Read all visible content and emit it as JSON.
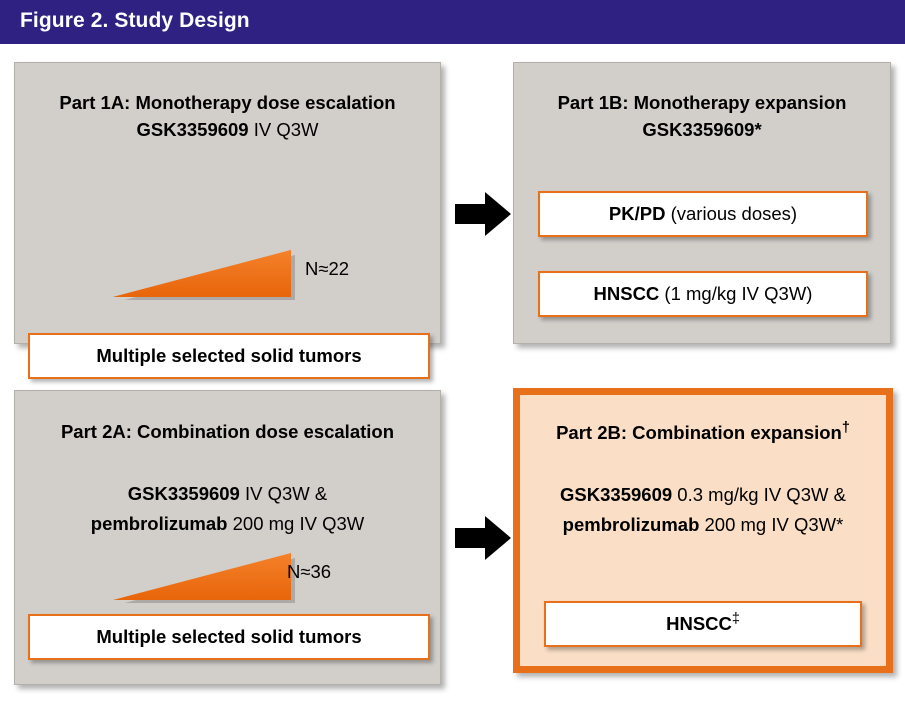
{
  "header": {
    "title": "Figure 2. Study Design",
    "bar_color": "#2e2182",
    "text_color": "#ffffff"
  },
  "colors": {
    "panel_gray": "#d2cfcb",
    "panel_peach": "#fadfc6",
    "accent_orange": "#e8701a",
    "triangle_orange": "#ee7116",
    "arrow_black": "#000000"
  },
  "panels": {
    "part1a": {
      "title": "Part 1A: Monotherapy dose escalation",
      "drug_bold": "GSK3359609",
      "drug_rest": " IV Q3W",
      "n_label": "N≈22",
      "tumor_box": "Multiple selected solid tumors",
      "escalation_icon": "orange-escalation-triangle"
    },
    "part1b": {
      "title": "Part 1B: Monotherapy expansion",
      "drug_bold": "GSK3359609*",
      "drug_rest": "",
      "cohorts": [
        {
          "bold": "PK/PD",
          "rest": " (various doses)"
        },
        {
          "bold": "HNSCC",
          "rest": " (1 mg/kg IV Q3W)"
        }
      ]
    },
    "part2a": {
      "title": "Part 2A: Combination dose escalation",
      "line1_bold": "GSK3359609",
      "line1_rest": " IV Q3W &",
      "line2_bold": "pembrolizumab",
      "line2_rest": " 200 mg IV Q3W",
      "n_label": "N≈36",
      "tumor_box": "Multiple selected solid tumors",
      "escalation_icon": "orange-escalation-triangle"
    },
    "part2b": {
      "title": "Part 2B: Combination expansion",
      "title_marker": "†",
      "line1_bold": "GSK3359609",
      "line1_rest": " 0.3 mg/kg IV Q3W &",
      "line2_bold": "pembrolizumab",
      "line2_rest": " 200 mg IV Q3W*",
      "cohort_bold": "HNSCC",
      "cohort_marker": "‡"
    }
  },
  "arrows": {
    "top": "right-arrow-icon",
    "bottom": "right-arrow-icon"
  }
}
